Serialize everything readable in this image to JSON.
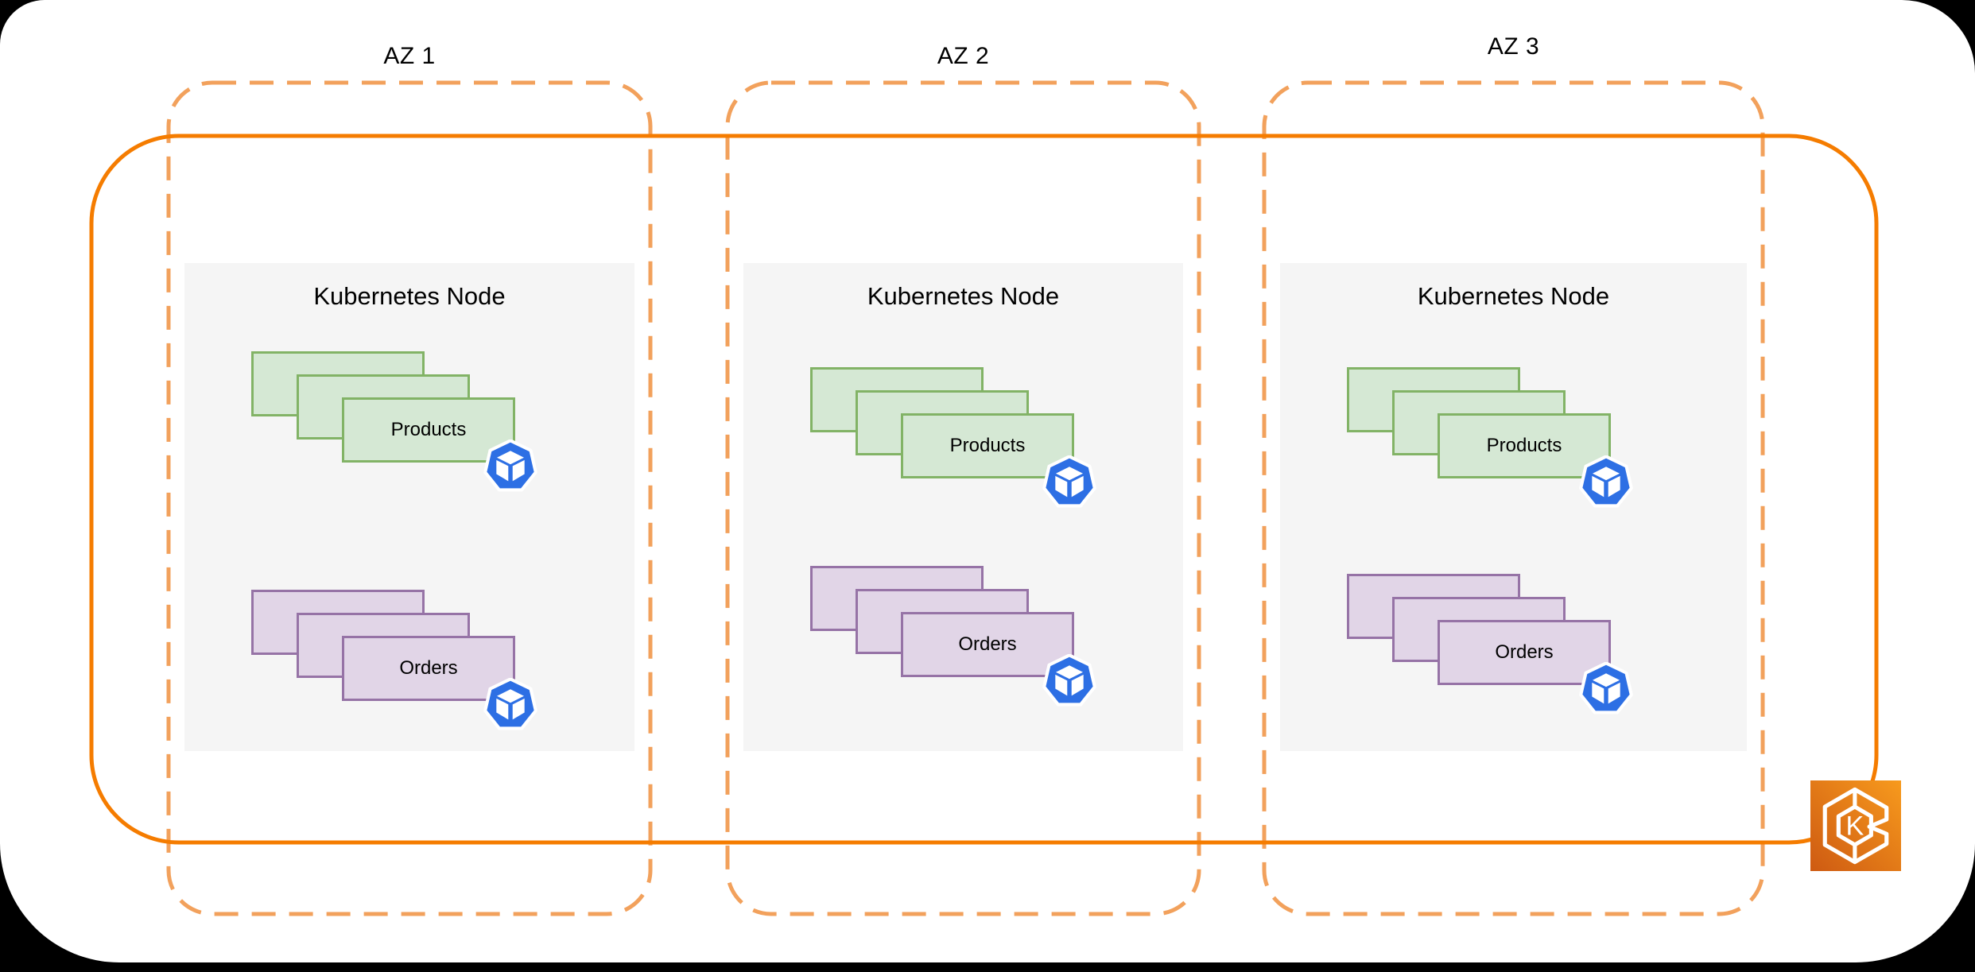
{
  "page": {
    "background": "#000000",
    "canvas_background": "#FFFFFF"
  },
  "diagram": {
    "availability_zones": [
      {
        "label": "AZ 1",
        "node": {
          "title": "Kubernetes Node",
          "deployments": [
            {
              "label": "Products"
            },
            {
              "label": "Orders"
            }
          ]
        }
      },
      {
        "label": "AZ 2",
        "node": {
          "title": "Kubernetes Node",
          "deployments": [
            {
              "label": "Products"
            },
            {
              "label": "Orders"
            }
          ]
        }
      },
      {
        "label": "AZ 3",
        "node": {
          "title": "Kubernetes Node",
          "deployments": [
            {
              "label": "Products"
            },
            {
              "label": "Orders"
            }
          ]
        }
      }
    ],
    "eks_icon": {
      "name": "amazon-eks-icon",
      "letter": "K"
    },
    "pod_icon": {
      "name": "kubernetes-pod-icon"
    },
    "colors": {
      "az_boundary": "#F2A15C",
      "cluster_boundary": "#F57C00",
      "node_fill": "#F5F5F5",
      "products_fill": "#D5E8D4",
      "products_border": "#82B366",
      "orders_fill": "#E1D5E7",
      "orders_border": "#9673A6",
      "pod_icon_blue": "#2D6FE4",
      "eks_gradient_dark": "#CE5A12",
      "eks_gradient_light": "#F79A1D",
      "label_text": "#000000"
    }
  }
}
